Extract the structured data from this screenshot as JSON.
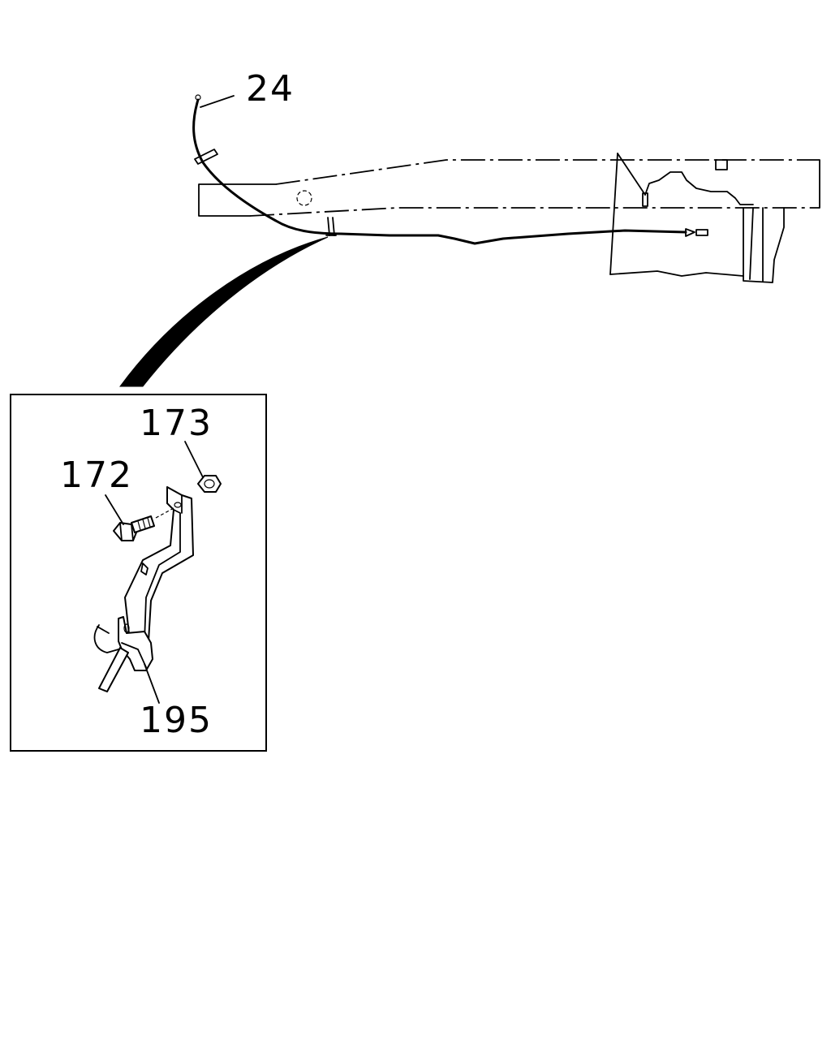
{
  "callouts": {
    "cable": "24",
    "nut": "173",
    "bolt": "172",
    "bracket": "195"
  }
}
